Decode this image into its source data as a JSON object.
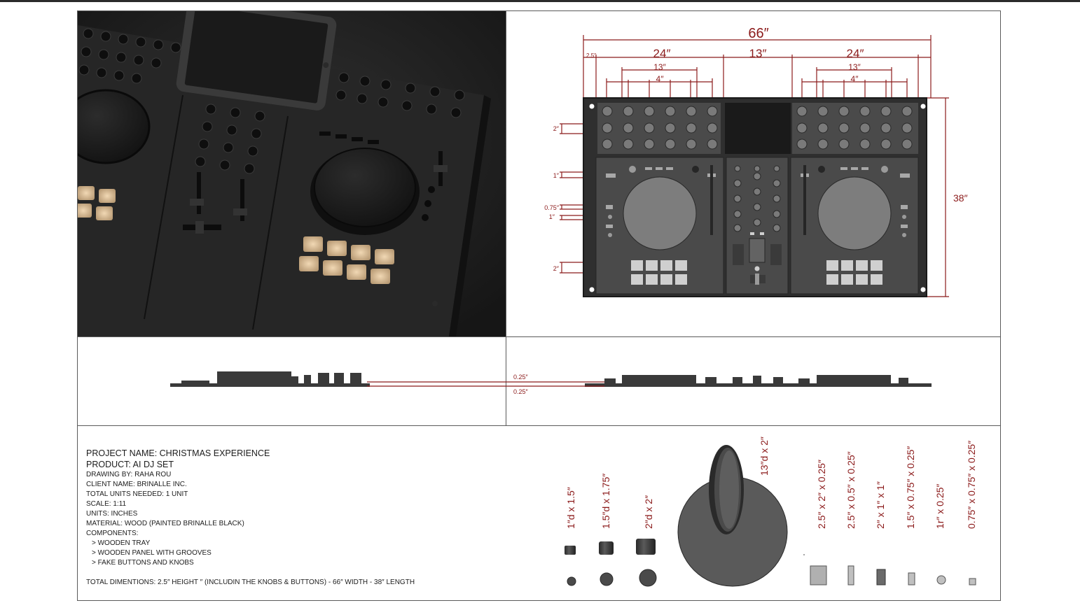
{
  "dimensions": {
    "overall_width": "66″",
    "deck_width": "24″",
    "center_width": "13″",
    "knob_span": "13″",
    "knob_spacing": "4″",
    "edge_margin": "2.5″",
    "height": "38″",
    "row_pitch": "2″",
    "fader_gap": "1″",
    "button_height": "0.75″",
    "button_gap": "1″",
    "pad_pitch": "2″",
    "side_top": "0.25″",
    "side_bottom": "0.25″"
  },
  "components": [
    {
      "label": "1″d x 1.5″"
    },
    {
      "label": "1.5″d x 1.75″"
    },
    {
      "label": "2″d x 2″"
    },
    {
      "label": "13″d x 2″"
    },
    {
      "label": "2.5″ x 2″ x 0.25″"
    },
    {
      "label": "2.5″ x 0.5″ x 0.25″"
    },
    {
      "label": "2″ x 1″ x 1″"
    },
    {
      "label": "1.5″ x 0.75″ x 0.25″"
    },
    {
      "label": "1r″ x 0.25″"
    },
    {
      "label": "0.75″ x 0.75″ x 0.25″"
    }
  ],
  "project": {
    "name": "PROJECT NAME: CHRISTMAS EXPERIENCE",
    "product": "PRODUCT: AI DJ SET",
    "drawing_by": "DRAWING BY: RAHA ROU",
    "client": "CLIENT NAME: BRINALLE INC.",
    "units_needed": "TOTAL UNITS NEEDED: 1 UNIT",
    "scale": "SCALE:   1:11",
    "units": "UNITS: INCHES",
    "material": "MATERIAL: WOOD (PAINTED BRINALLE BLACK)",
    "components_heading": "COMPONENTS:",
    "component_items": [
      "> WOODEN TRAY",
      "> WOODEN PANEL WITH GROOVES",
      "> FAKE BUTTONS AND KNOBS"
    ],
    "total": "TOTAL DIMENTIONS: 2.5″ HEIGHT ″ (INCLUDIN THE KNOBS & BUTTONS) - 66″ WIDTH - 38″ LENGTH"
  }
}
